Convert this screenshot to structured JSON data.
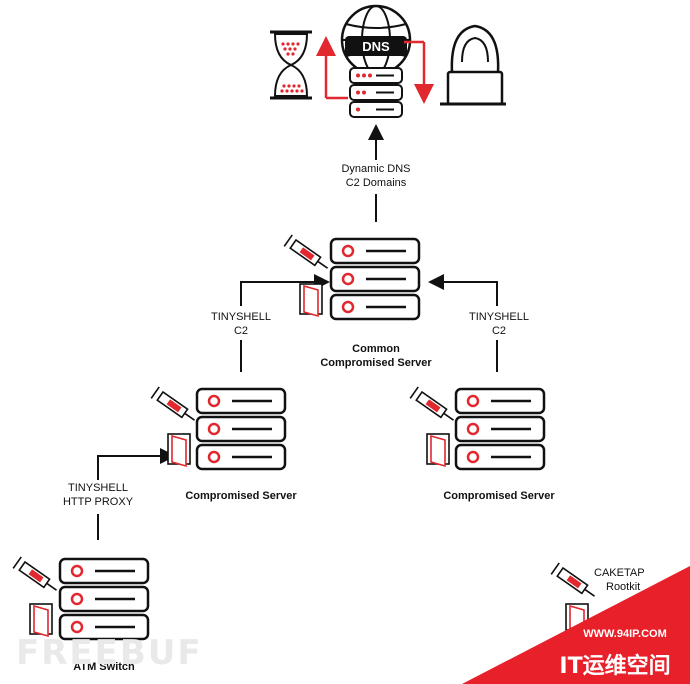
{
  "top_label": [
    "Dynamic DNS",
    "C2 Domains"
  ],
  "dns_label": "DNS",
  "left_link_label": [
    "TINYSHELL",
    "C2"
  ],
  "right_link_label": [
    "TINYSHELL",
    "C2"
  ],
  "bottom_link_label": [
    "TINYSHELL",
    "HTTP PROXY"
  ],
  "common_server_label": [
    "Common",
    "Compromised Server"
  ],
  "left_server_label": "Compromised Server",
  "right_server_label": "Compromised Server",
  "atm_label": "ATM Switch",
  "legend_label": [
    "CAKETAP",
    "Rootkit"
  ],
  "watermark_free": "FREEBUF",
  "watermark_site": "WWW.94IP.COM",
  "watermark_title": "IT运维空间",
  "colors": {
    "accent": "#e0282e",
    "ink": "#111111",
    "watermark": "#e8202a"
  }
}
